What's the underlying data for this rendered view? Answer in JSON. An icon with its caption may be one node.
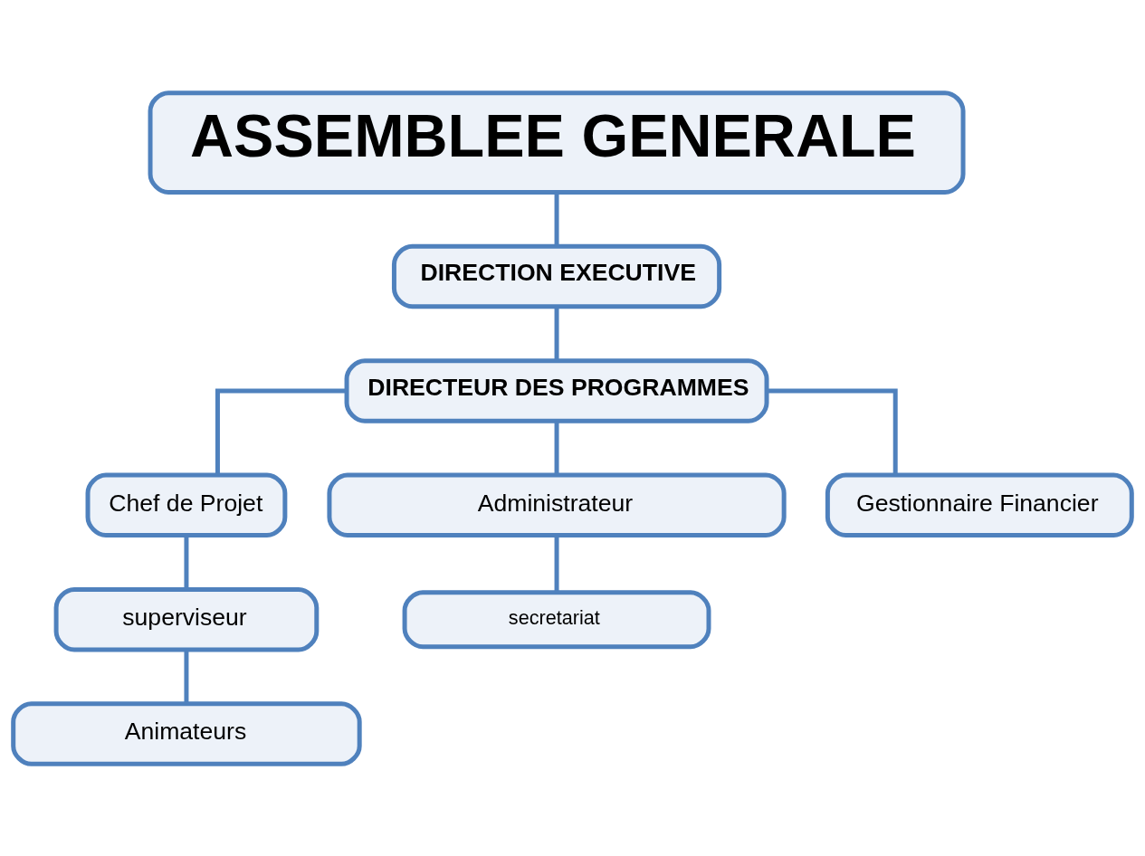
{
  "diagram": {
    "nodes": [
      {
        "text": [
          "ASSEMBLEE GENERALE"
        ]
      },
      {
        "text": [
          "DIRECTION EXECUTIVE"
        ]
      },
      {
        "text": [
          "DIRECTEUR DES PROGRAMMES"
        ]
      },
      {
        "text": [
          "Chef de Projet"
        ]
      },
      {
        "text": [
          "Administrateur"
        ]
      },
      {
        "text": [
          "Gestionnaire Financier"
        ]
      },
      {
        "text": [
          "superviseur"
        ]
      },
      {
        "text": [
          "secretariat"
        ]
      },
      {
        "text": [
          "Animateurs"
        ]
      }
    ],
    "edges": [
      {
        "from": 0,
        "to": 1,
        "arrow": "none"
      },
      {
        "from": 1,
        "to": 2,
        "arrow": "none"
      },
      {
        "from": 2,
        "to": 3,
        "arrow": "none"
      },
      {
        "from": 2,
        "to": 4,
        "arrow": "none"
      },
      {
        "from": 2,
        "to": 5,
        "arrow": "none"
      },
      {
        "from": 3,
        "to": 6,
        "arrow": "none"
      },
      {
        "from": 4,
        "to": 7,
        "arrow": "none"
      },
      {
        "from": 6,
        "to": 8,
        "arrow": "none"
      }
    ]
  }
}
